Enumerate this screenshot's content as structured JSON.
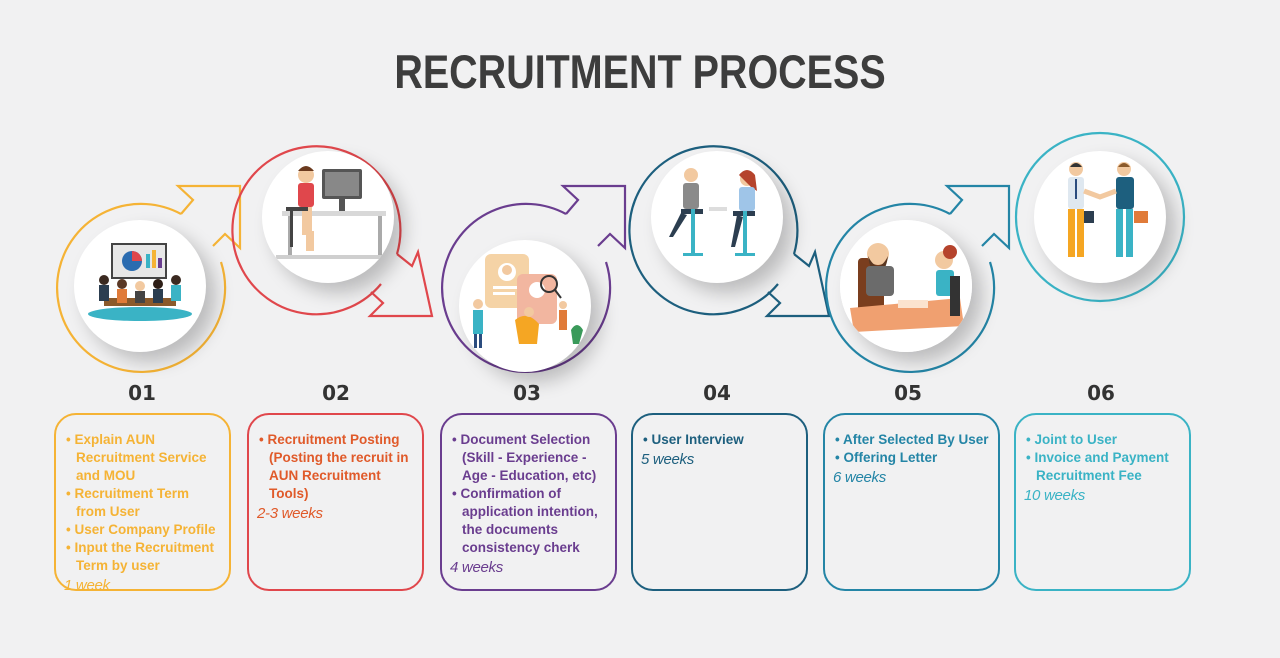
{
  "title": "RECRUITMENT PROCESS",
  "steps": [
    {
      "number": "01",
      "color": "#f5b335",
      "items": [
        "Explain AUN Recruitment Service and MOU",
        "Recruitment Term from User",
        "User Company Profile",
        "Input the Recruitment Term by user"
      ],
      "duration": "1 week",
      "illustration": "meeting-presentation-icon"
    },
    {
      "number": "02",
      "color": "#e0474c",
      "items": [
        "Recruitment Posting (Posting the recruit in AUN Recruitment Tools)"
      ],
      "duration": "2-3 weeks",
      "illustration": "man-at-computer-icon"
    },
    {
      "number": "03",
      "color": "#6a3d8f",
      "items": [
        "Document Selection (Skill - Experience - Age - Education, etc)",
        "Confirmation of application intention, the documents consistency cherk"
      ],
      "duration": "4 weeks",
      "illustration": "document-selection-icon"
    },
    {
      "number": "04",
      "color": "#1d5f7e",
      "items": [
        "User Interview"
      ],
      "duration": "5 weeks",
      "illustration": "interview-icon"
    },
    {
      "number": "05",
      "color": "#2485a6",
      "items": [
        "After Selected By User",
        "Offering Letter"
      ],
      "duration": "6 weeks",
      "illustration": "offering-letter-icon"
    },
    {
      "number": "06",
      "color": "#3ab3c5",
      "items": [
        "Joint to User",
        "Invoice and Payment Recruitment Fee"
      ],
      "duration": "10 weeks",
      "illustration": "handshake-icon"
    }
  ]
}
